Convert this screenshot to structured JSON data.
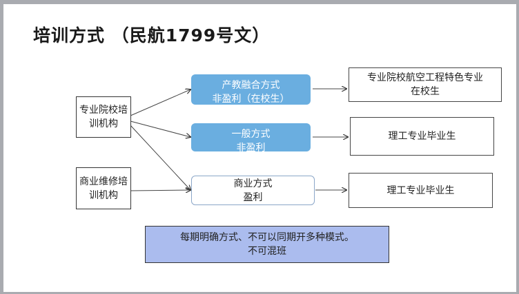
{
  "title": "培训方式 （民航1799号文）",
  "sources": [
    {
      "line1": "专业院校培",
      "line2": "训机构"
    },
    {
      "line1": "商业维修培",
      "line2": "训机构"
    }
  ],
  "modes": [
    {
      "line1": "产教融合方式",
      "line2": "非盈利（在校生）"
    },
    {
      "line1": "一般方式",
      "line2": "非盈利"
    },
    {
      "line1": "商业方式",
      "line2": "盈利"
    }
  ],
  "targets": [
    {
      "line1": "专业院校航空工程特色专业",
      "line2": "在校生"
    },
    {
      "line1": "理工专业毕业生"
    },
    {
      "line1": "理工专业毕业生"
    }
  ],
  "note": {
    "line1": "每期明确方式、不可以同期开多种模式。",
    "line2": "不可混班"
  }
}
